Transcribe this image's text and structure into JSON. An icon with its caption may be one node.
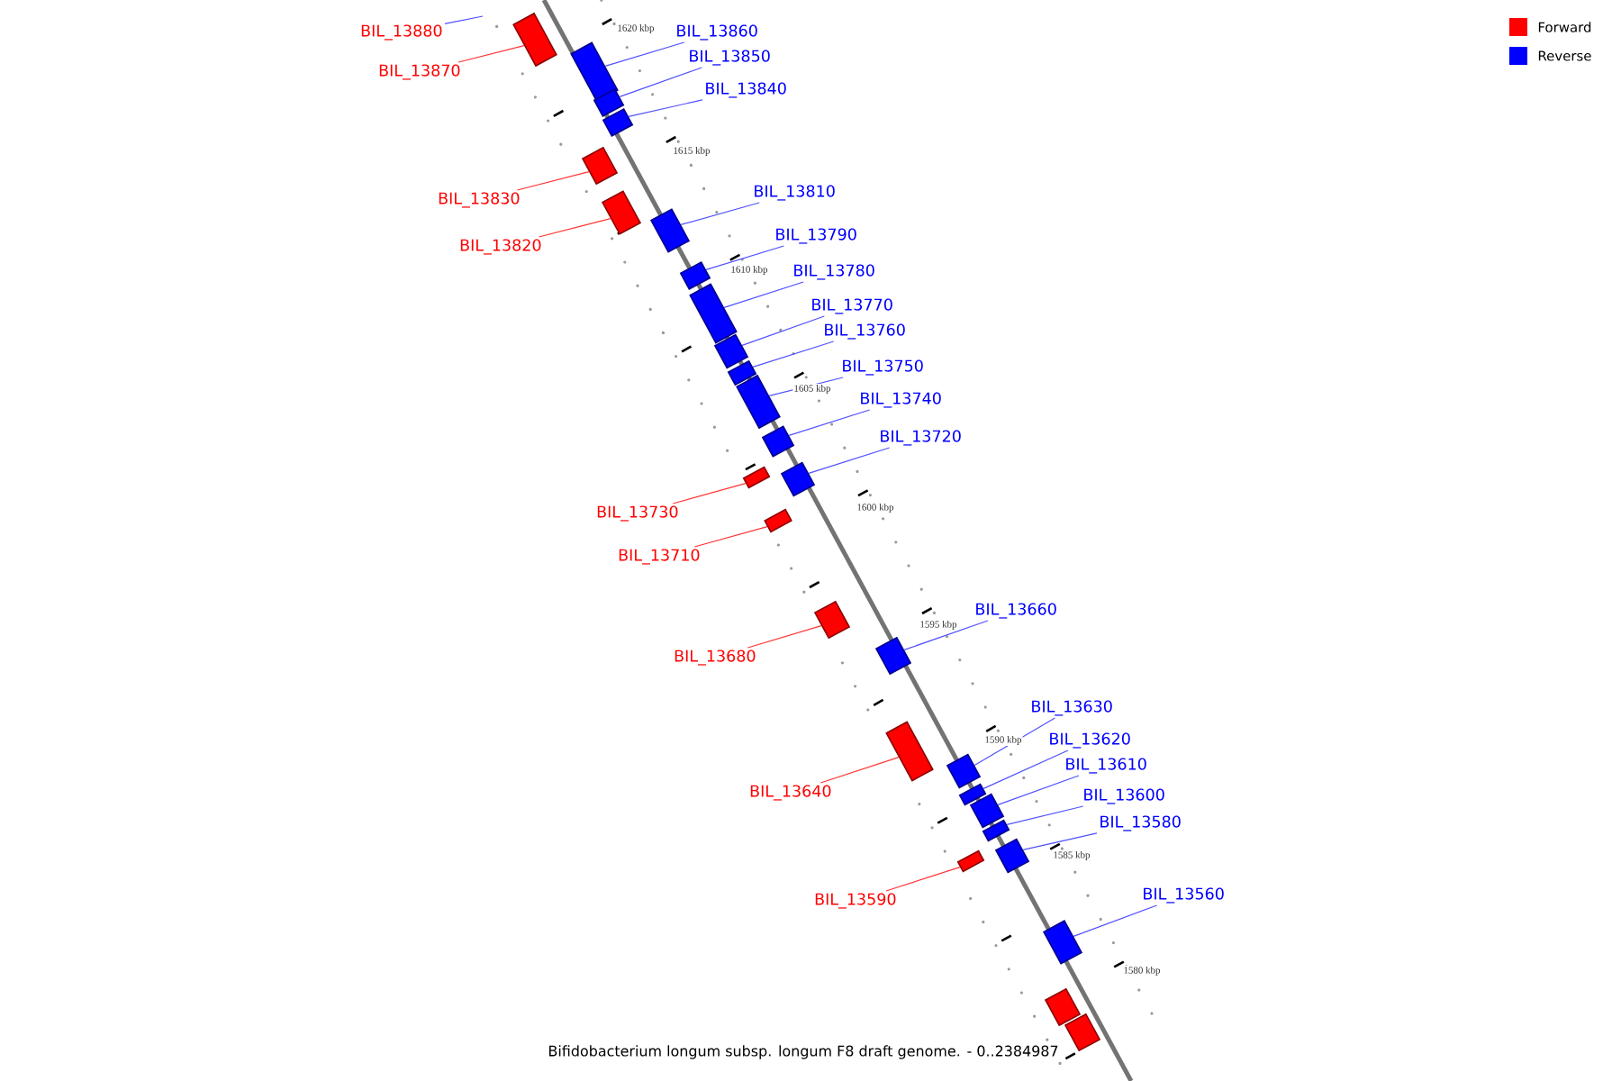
{
  "diagram": {
    "caption": "Bifidobacterium longum subsp. longum F8 draft genome. - 0..2384987",
    "nodes": [
      {
        "text": [
          "BIL_13880"
        ]
      },
      {
        "text": [
          "BIL_13870"
        ]
      },
      {
        "text": [],
        "shape": "box"
      },
      {
        "text": [
          "BIL_13860"
        ]
      },
      {
        "text": [],
        "shape": "box"
      },
      {
        "text": [
          "BIL_13850"
        ]
      },
      {
        "text": [],
        "shape": "box"
      },
      {
        "text": [
          "BIL_13840"
        ]
      },
      {
        "text": [],
        "shape": "box"
      },
      {
        "text": [
          "BIL_13830"
        ]
      },
      {
        "text": [],
        "shape": "box"
      },
      {
        "text": [
          "BIL_13820"
        ]
      },
      {
        "text": [],
        "shape": "box"
      },
      {
        "text": [
          "BIL_13810"
        ]
      },
      {
        "text": [],
        "shape": "box"
      },
      {
        "text": [
          "BIL_13790"
        ]
      },
      {
        "text": [],
        "shape": "box"
      },
      {
        "text": [
          "BIL_13780"
        ]
      },
      {
        "text": [],
        "shape": "box"
      },
      {
        "text": [
          "BIL_13770"
        ]
      },
      {
        "text": [],
        "shape": "box"
      },
      {
        "text": [
          "BIL_13760"
        ]
      },
      {
        "text": [],
        "shape": "box"
      },
      {
        "text": [
          "BIL_13750"
        ]
      },
      {
        "text": [],
        "shape": "box"
      },
      {
        "text": [
          "BIL_13740"
        ]
      },
      {
        "text": [],
        "shape": "box"
      },
      {
        "text": [
          "BIL_13720"
        ]
      },
      {
        "text": [],
        "shape": "box"
      },
      {
        "text": [
          "BIL_13730"
        ]
      },
      {
        "text": [],
        "shape": "box"
      },
      {
        "text": [
          "BIL_13710"
        ]
      },
      {
        "text": [],
        "shape": "box"
      },
      {
        "text": [
          "BIL_13680"
        ]
      },
      {
        "text": [],
        "shape": "box"
      },
      {
        "text": [
          "BIL_13660"
        ]
      },
      {
        "text": [],
        "shape": "box"
      },
      {
        "text": [
          "BIL_13640"
        ]
      },
      {
        "text": [],
        "shape": "box"
      },
      {
        "text": [
          "BIL_13630"
        ]
      },
      {
        "text": [],
        "shape": "box"
      },
      {
        "text": [
          "BIL_13620"
        ]
      },
      {
        "text": [],
        "shape": "box"
      },
      {
        "text": [
          "BIL_13610"
        ]
      },
      {
        "text": [],
        "shape": "box"
      },
      {
        "text": [
          "BIL_13600"
        ]
      },
      {
        "text": [],
        "shape": "box"
      },
      {
        "text": [
          "BIL_13580"
        ]
      },
      {
        "text": [],
        "shape": "box"
      },
      {
        "text": [
          "BIL_13590"
        ]
      },
      {
        "text": [],
        "shape": "box"
      },
      {
        "text": [
          "BIL_13560"
        ]
      },
      {
        "text": [],
        "shape": "box"
      },
      {
        "text": [],
        "shape": "box"
      },
      {
        "text": [],
        "shape": "box"
      }
    ],
    "edges": [
      {
        "from": 0,
        "to": null,
        "arrow": "none"
      },
      {
        "from": 1,
        "to": 2,
        "arrow": "none",
        "color": "#ff3333"
      },
      {
        "from": 3,
        "to": 4,
        "arrow": "none"
      },
      {
        "from": 5,
        "to": 6,
        "arrow": "none"
      },
      {
        "from": 7,
        "to": 8,
        "arrow": "none"
      },
      {
        "from": 9,
        "to": 10,
        "arrow": "none",
        "color": "#ff3333"
      },
      {
        "from": 11,
        "to": 12,
        "arrow": "none",
        "color": "#ff3333"
      },
      {
        "from": 13,
        "to": 14,
        "arrow": "none"
      },
      {
        "from": 15,
        "to": 16,
        "arrow": "none"
      },
      {
        "from": 17,
        "to": 18,
        "arrow": "none"
      },
      {
        "from": 19,
        "to": 20,
        "arrow": "none"
      },
      {
        "from": 21,
        "to": 22,
        "arrow": "none"
      },
      {
        "from": 23,
        "to": 24,
        "arrow": "none"
      },
      {
        "from": 25,
        "to": 26,
        "arrow": "none"
      },
      {
        "from": 27,
        "to": 28,
        "arrow": "none"
      },
      {
        "from": 29,
        "to": 30,
        "arrow": "none",
        "color": "#ff3333"
      },
      {
        "from": 31,
        "to": 32,
        "arrow": "none",
        "color": "#ff3333"
      },
      {
        "from": 33,
        "to": 34,
        "arrow": "none",
        "color": "#ff3333"
      },
      {
        "from": 35,
        "to": 36,
        "arrow": "none"
      },
      {
        "from": 37,
        "to": 38,
        "arrow": "none",
        "color": "#ff3333"
      },
      {
        "from": 39,
        "to": 40,
        "arrow": "none"
      },
      {
        "from": 41,
        "to": 42,
        "arrow": "none"
      },
      {
        "from": 43,
        "to": 44,
        "arrow": "none"
      },
      {
        "from": 45,
        "to": 46,
        "arrow": "none"
      },
      {
        "from": 47,
        "to": 48,
        "arrow": "none"
      },
      {
        "from": 49,
        "to": 50,
        "arrow": "none",
        "color": "#ff3333"
      },
      {
        "from": 51,
        "to": 52,
        "arrow": "none"
      }
    ],
    "labels": [
      "1620 kbp",
      "1615 kbp",
      "1610 kbp",
      "1605 kbp",
      "1600 kbp",
      "1595 kbp",
      "1590 kbp",
      "1585 kbp",
      "1580 kbp"
    ],
    "legend": [
      {
        "text": "Forward",
        "color": "#ff0000"
      },
      {
        "text": "Reverse",
        "color": "#0000ff"
      }
    ]
  }
}
